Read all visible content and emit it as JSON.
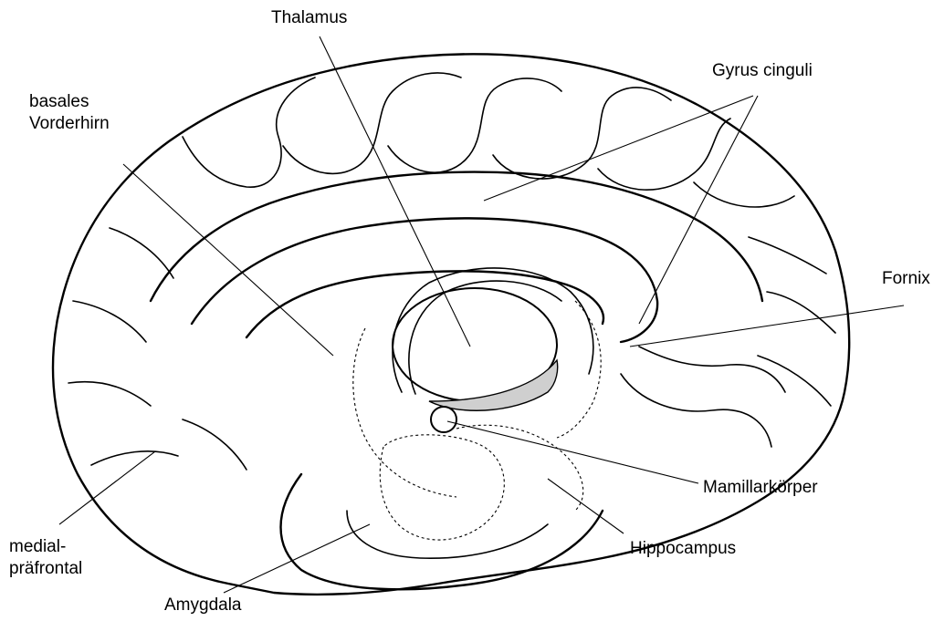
{
  "labels": {
    "thalamus": "Thalamus",
    "gyrus_cinguli": "Gyrus cinguli",
    "basales_vorderhirn_line1": "basales",
    "basales_vorderhirn_line2": "Vorderhirn",
    "fornix": "Fornix",
    "mamillarkoerper": "Mamillarkörper",
    "hippocampus": "Hippocampus",
    "medial_praefrontal_line1": "medial-",
    "medial_praefrontal_line2": "präfrontal",
    "amygdala": "Amygdala"
  }
}
